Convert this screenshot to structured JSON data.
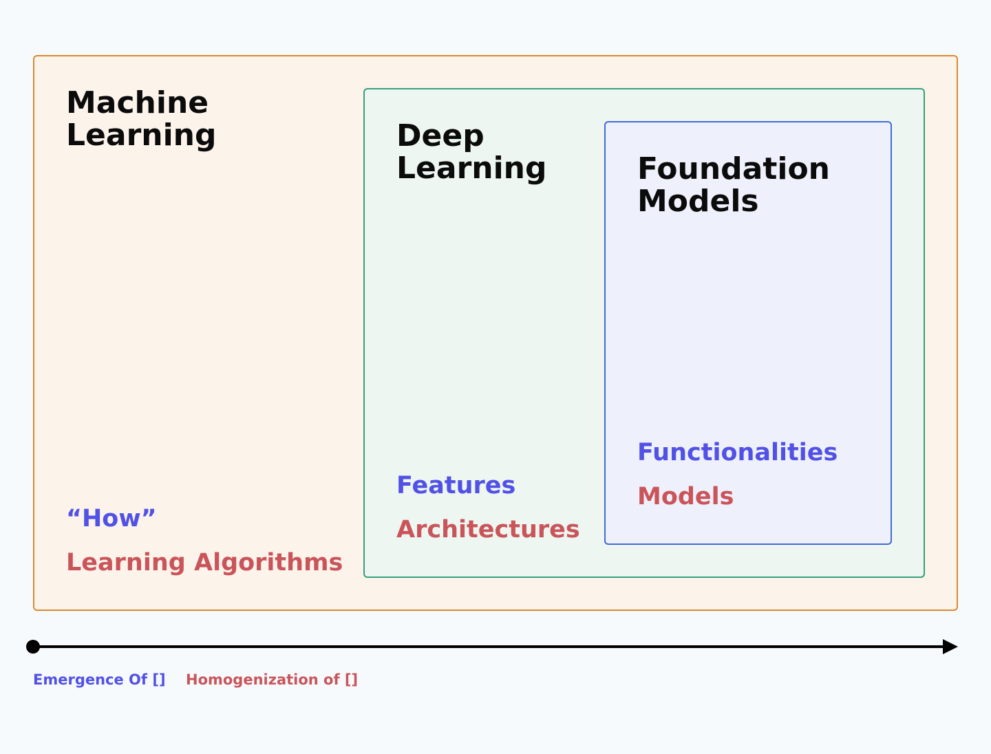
{
  "machine_learning": {
    "title_line1": "Machine",
    "title_line2": "Learning",
    "emergence": "“How”",
    "homogenization": "Learning Algorithms"
  },
  "deep_learning": {
    "title_line1": "Deep",
    "title_line2": "Learning",
    "emergence": "Features",
    "homogenization": "Architectures"
  },
  "foundation_models": {
    "title_line1": "Foundation",
    "title_line2": "Models",
    "emergence": "Functionalities",
    "homogenization": "Models"
  },
  "legend": {
    "emergence": "Emergence Of []",
    "homogenization": "Homogenization of []"
  },
  "colors": {
    "emergence": "#5151e6",
    "homogenization": "#c9555a",
    "machine_learning_border": "#d88a2a",
    "deep_learning_border": "#35a07a",
    "foundation_models_border": "#3f6bd8"
  }
}
